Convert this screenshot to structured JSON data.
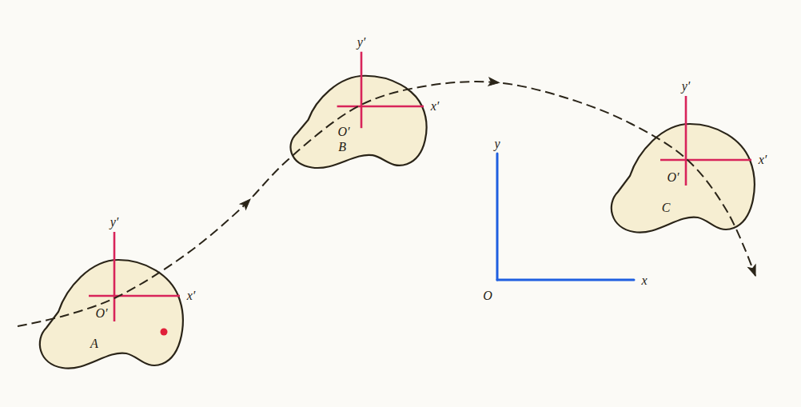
{
  "diagram": {
    "nodes": [
      {
        "text": [
          "A"
        ]
      },
      {
        "text": [
          "B"
        ]
      },
      {
        "text": [
          "C"
        ]
      }
    ],
    "labels": [
      "y′",
      "x′",
      "O′",
      "y′",
      "x′",
      "O′",
      "y′",
      "x′",
      "O′",
      "y",
      "x",
      "O"
    ]
  }
}
